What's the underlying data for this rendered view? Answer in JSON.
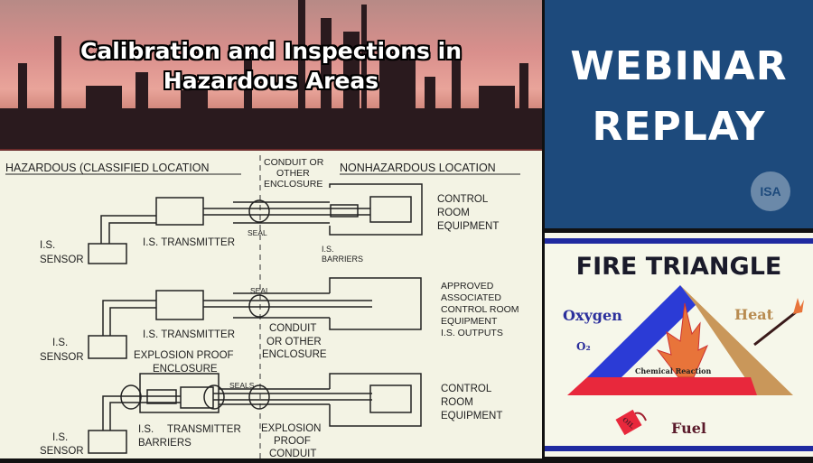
{
  "header": {
    "title_line1": "Calibration and Inspections in",
    "title_line2": "Hazardous Areas"
  },
  "diagram": {
    "hazardous_label": "HAZARDOUS (CLASSIFIED LOCATION",
    "nonhazardous_label": "NONHAZARDOUS LOCATION",
    "conduit_top": [
      "CONDUIT OR",
      "OTHER",
      "ENCLOSURE"
    ],
    "row1": {
      "sensor": [
        "I.S.",
        "SENSOR"
      ],
      "transmitter": "I.S. TRANSMITTER",
      "seal": "SEAL",
      "barriers": [
        "I.S.",
        "BARRIERS"
      ],
      "equipment": [
        "CONTROL",
        "ROOM",
        "EQUIPMENT"
      ]
    },
    "row2": {
      "sensor": [
        "I.S.",
        "SENSOR"
      ],
      "transmitter": "I.S. TRANSMITTER",
      "seal": "SEAL",
      "conduit": [
        "CONDUIT",
        "OR OTHER",
        "ENCLOSURE"
      ],
      "equipment": [
        "APPROVED",
        "ASSOCIATED",
        "CONTROL ROOM",
        "EQUIPMENT",
        "I.S. OUTPUTS"
      ]
    },
    "row3": {
      "enclosure": [
        "EXPLOSION PROOF",
        "ENCLOSURE"
      ],
      "seals": "SEALS",
      "sensor": [
        "I.S.",
        "SENSOR"
      ],
      "barriers": [
        "I.S.",
        "BARRIERS"
      ],
      "transmitter": "TRANSMITTER",
      "conduit": [
        "EXPLOSION",
        "PROOF",
        "CONDUIT"
      ],
      "equipment": [
        "CONTROL",
        "ROOM",
        "EQUIPMENT"
      ]
    }
  },
  "webinar": {
    "line1": "WEBINAR",
    "line2": "REPLAY",
    "logo": "ISA"
  },
  "fire_triangle": {
    "title": "FIRE TRIANGLE",
    "oxygen": "Oxygen",
    "o2": "O₂",
    "heat": "Heat",
    "fuel": "Fuel",
    "center": "Chemical Reaction",
    "can_label": "OIL",
    "colors": {
      "oxygen": "#2b3bd6",
      "heat": "#c9975a",
      "fuel": "#e8283c"
    }
  },
  "colors": {
    "webinar_bg": "#1d4a7c",
    "diagram_bg": "#f3f3e4"
  }
}
